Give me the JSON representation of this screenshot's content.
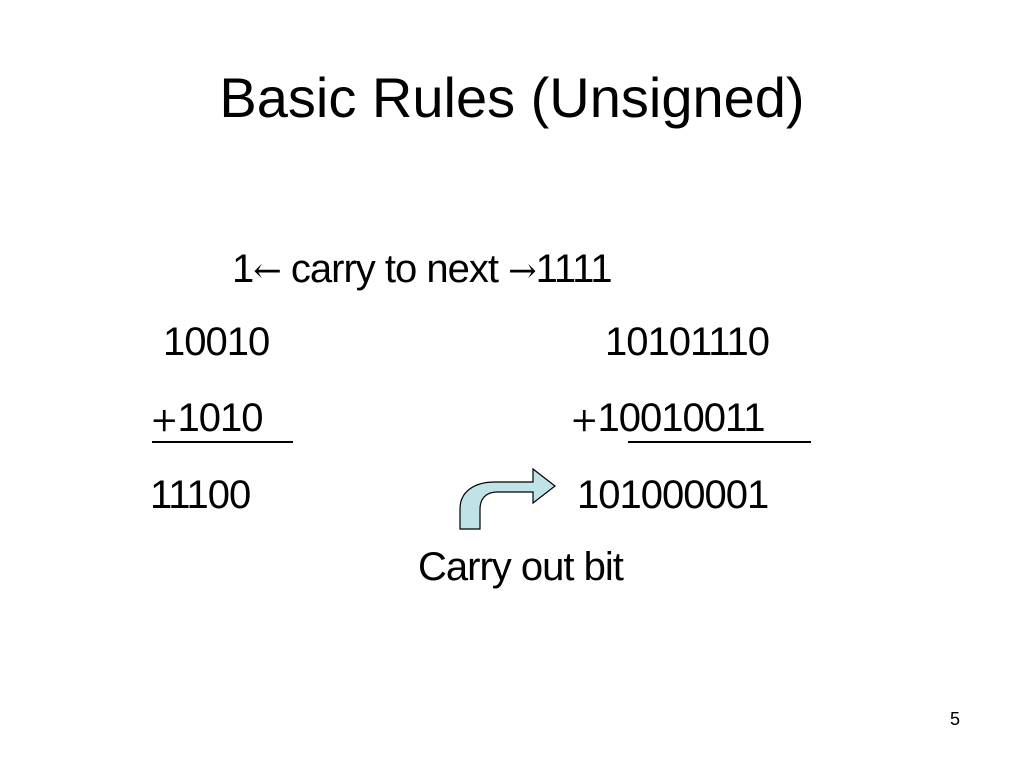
{
  "slide": {
    "title": "Basic Rules (Unsigned)",
    "page_number": "5"
  },
  "carry_row": {
    "left_value": "1",
    "left_arrow": "←",
    "label": "carry to next",
    "right_arrow": "→",
    "right_value": "1111"
  },
  "left_sum": {
    "addend1": "10010",
    "operator": "+",
    "addend2": "1010",
    "result": "11100"
  },
  "right_sum": {
    "addend1": "10101110",
    "operator": "+",
    "addend2_first_digit": "1",
    "addend2_rest": "0010011",
    "result": "101000001"
  },
  "annotation": {
    "label": "Carry out bit",
    "arrow_icon": "curved-arrow-icon",
    "arrow_fill": "#BFE3E6",
    "arrow_stroke": "#000000"
  }
}
